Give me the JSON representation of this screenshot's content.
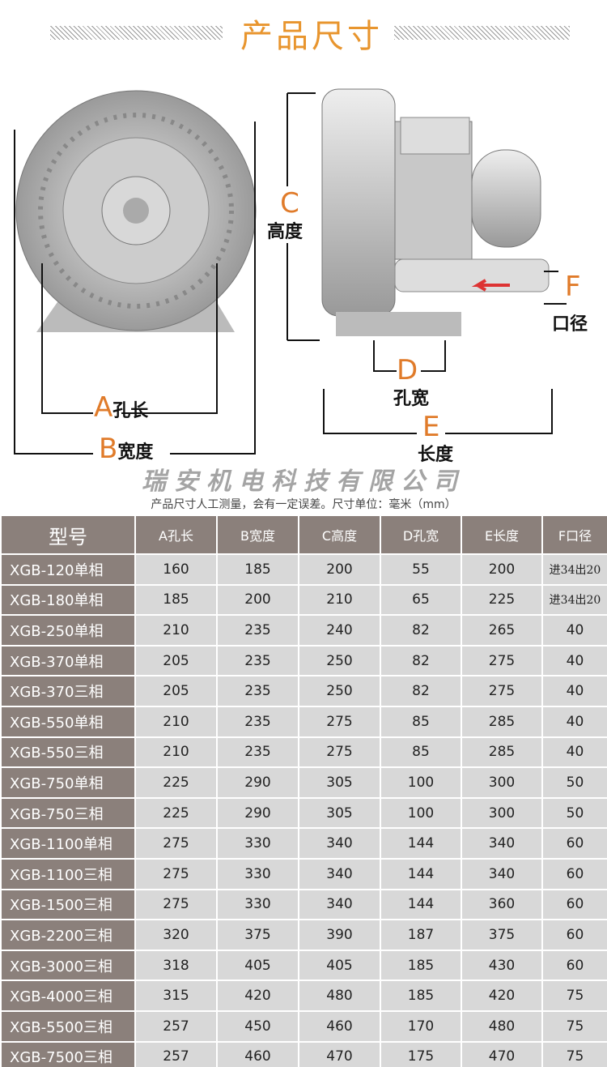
{
  "header": {
    "title": "产品尺寸"
  },
  "diagram": {
    "A": {
      "letter": "A",
      "text": "孔长"
    },
    "B": {
      "letter": "B",
      "text": "宽度"
    },
    "C": {
      "letter": "C",
      "text": "高度"
    },
    "D": {
      "letter": "D",
      "text": "孔宽"
    },
    "E": {
      "letter": "E",
      "text": "长度"
    },
    "F": {
      "letter": "F",
      "text": "口径"
    }
  },
  "watermark": "瑞安机电科技有限公司",
  "note": "产品尺寸人工测量，会有一定误差。尺寸单位：毫米（mm）",
  "table": {
    "headers": [
      "型号",
      "A孔长",
      "B宽度",
      "C高度",
      "D孔宽",
      "E长度",
      "F口径"
    ],
    "rows": [
      [
        "XGB-120单相",
        "160",
        "185",
        "200",
        "55",
        "200",
        "进34出20"
      ],
      [
        "XGB-180单相",
        "185",
        "200",
        "210",
        "65",
        "225",
        "进34出20"
      ],
      [
        "XGB-250单相",
        "210",
        "235",
        "240",
        "82",
        "265",
        "40"
      ],
      [
        "XGB-370单相",
        "205",
        "235",
        "250",
        "82",
        "275",
        "40"
      ],
      [
        "XGB-370三相",
        "205",
        "235",
        "250",
        "82",
        "275",
        "40"
      ],
      [
        "XGB-550单相",
        "210",
        "235",
        "275",
        "85",
        "285",
        "40"
      ],
      [
        "XGB-550三相",
        "210",
        "235",
        "275",
        "85",
        "285",
        "40"
      ],
      [
        "XGB-750单相",
        "225",
        "290",
        "305",
        "100",
        "300",
        "50"
      ],
      [
        "XGB-750三相",
        "225",
        "290",
        "305",
        "100",
        "300",
        "50"
      ],
      [
        "XGB-1100单相",
        "275",
        "330",
        "340",
        "144",
        "340",
        "60"
      ],
      [
        "XGB-1100三相",
        "275",
        "330",
        "340",
        "144",
        "340",
        "60"
      ],
      [
        "XGB-1500三相",
        "275",
        "330",
        "340",
        "144",
        "360",
        "60"
      ],
      [
        "XGB-2200三相",
        "320",
        "375",
        "390",
        "187",
        "375",
        "60"
      ],
      [
        "XGB-3000三相",
        "318",
        "405",
        "405",
        "185",
        "430",
        "60"
      ],
      [
        "XGB-4000三相",
        "315",
        "420",
        "480",
        "185",
        "420",
        "75"
      ],
      [
        "XGB-5500三相",
        "257",
        "450",
        "460",
        "170",
        "480",
        "75"
      ],
      [
        "XGB-7500三相",
        "257",
        "460",
        "470",
        "175",
        "470",
        "75"
      ]
    ]
  }
}
